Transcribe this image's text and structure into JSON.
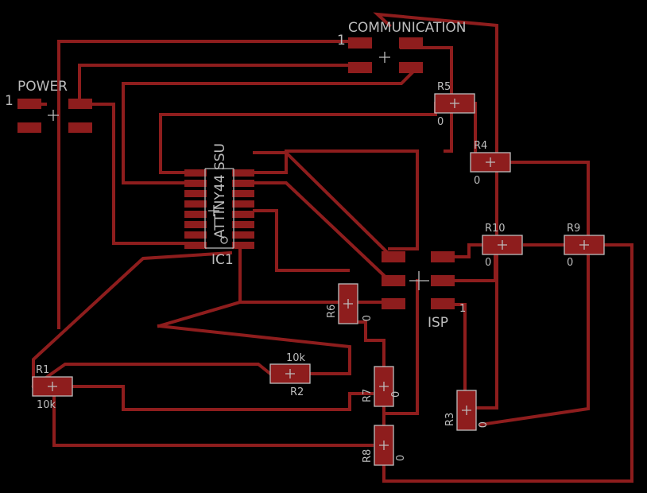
{
  "board": {
    "background": "#000000",
    "copper_color": "#8e1d1d",
    "silk_color": "#bdbdbd"
  },
  "labels": {
    "power": "POWER",
    "power_pin1": "1",
    "communication": "COMMUNICATION",
    "comm_pin1": "1",
    "isp": "ISP",
    "isp_pin1": "1",
    "ic_name": "IC1",
    "ic_value": "ATTINY44 SSU"
  },
  "resistors": {
    "r1": {
      "name": "R1",
      "value": "10k"
    },
    "r2": {
      "name": "R2",
      "value": "10k"
    },
    "r3": {
      "name": "R3",
      "value": "0"
    },
    "r4": {
      "name": "R4",
      "value": "0"
    },
    "r5": {
      "name": "R5",
      "value": "0"
    },
    "r6": {
      "name": "R6",
      "value": "0"
    },
    "r7": {
      "name": "R7",
      "value": "0"
    },
    "r8": {
      "name": "R8",
      "value": "0"
    },
    "r9": {
      "name": "R9",
      "value": "0"
    },
    "r10": {
      "name": "R10",
      "value": "0"
    }
  },
  "icons": {
    "origin_cross": "plus-cross-icon",
    "pin1_dot": "circle-icon"
  }
}
